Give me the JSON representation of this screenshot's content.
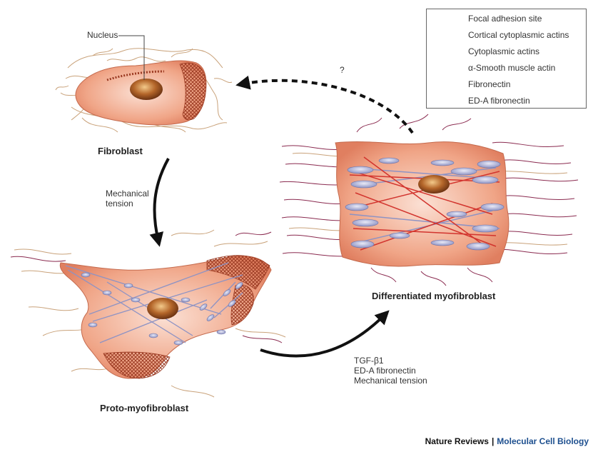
{
  "labels": {
    "nucleus": "Nucleus",
    "fibroblast": "Fibroblast",
    "proto_myofibroblast": "Proto-myofibroblast",
    "differentiated_myofibroblast": "Differentiated myofibroblast",
    "question_mark": "?"
  },
  "transitions": {
    "fib_to_proto": [
      "Mechanical",
      "tension"
    ],
    "proto_to_diff": [
      "TGF-β1",
      "ED-A fibronectin",
      "Mechanical tension"
    ]
  },
  "legend": [
    {
      "icon": "focal-adhesion-icon",
      "label": "Focal adhesion site"
    },
    {
      "icon": "cortical-actin-icon",
      "label": "Cortical cytoplasmic actins"
    },
    {
      "icon": "cytoplasmic-actin-icon",
      "label": "Cytoplasmic actins"
    },
    {
      "icon": "smooth-muscle-actin-icon",
      "label": "α-Smooth muscle actin"
    },
    {
      "icon": "fibronectin-icon",
      "label": "Fibronectin"
    },
    {
      "icon": "eda-fibronectin-icon",
      "label": "ED-A fibronectin"
    }
  ],
  "credit": {
    "publisher": "Nature Reviews",
    "separator": "|",
    "journal": "Molecular Cell Biology"
  },
  "colors": {
    "cell_fill": "#e88a6a",
    "nucleus": "#8a4a1c",
    "cortical_actin": "#9b3a22",
    "cytoplasmic_actin": "#8e93c4",
    "smooth_muscle_actin": "#d2342e",
    "fibronectin": "#c9a27a",
    "eda_fibronectin": "#8a2a4f",
    "focal_adhesion": "#a7acd3"
  }
}
